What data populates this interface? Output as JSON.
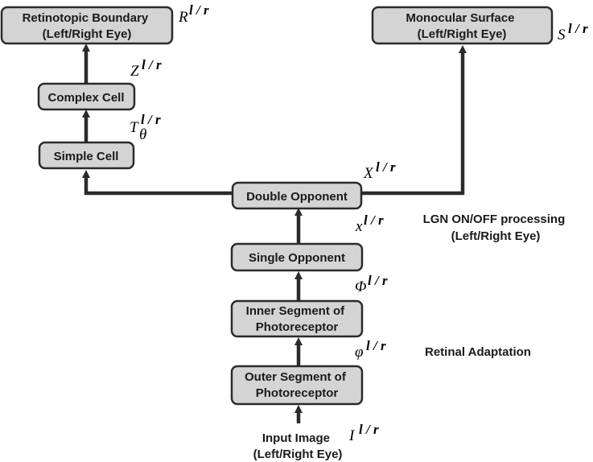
{
  "nodes": {
    "retinotopic_boundary": [
      "Retinotopic Boundary",
      "(Left/Right Eye)"
    ],
    "complex_cell": [
      "Complex Cell"
    ],
    "simple_cell": [
      "Simple Cell"
    ],
    "monocular_surface": [
      "Monocular Surface",
      "(Left/Right Eye)"
    ],
    "double_opponent": [
      "Double Opponent"
    ],
    "single_opponent": [
      "Single Opponent"
    ],
    "inner_segment": [
      "Inner Segment of",
      "Photoreceptor"
    ],
    "outer_segment": [
      "Outer Segment of",
      "Photoreceptor"
    ],
    "input_image": [
      "Input Image",
      "(Left/Right Eye)"
    ]
  },
  "annotations": {
    "lgn_processing": [
      "LGN ON/OFF processing",
      "(Left/Right Eye)"
    ],
    "retinal_adaptation": "Retinal Adaptation"
  },
  "symbols": {
    "R": {
      "base": "R",
      "sup": "l / r"
    },
    "Z": {
      "base": "Z",
      "sup": "l / r"
    },
    "T": {
      "base": "T",
      "sup": "l / r",
      "sub": "θ"
    },
    "S": {
      "base": "S",
      "sup": "l / r"
    },
    "X_upper": {
      "base": "X",
      "sup": "l / r"
    },
    "x_lower": {
      "base": "x",
      "sup": "l / r"
    },
    "Phi_upper": {
      "base": "Φ",
      "sup": "l / r"
    },
    "phi_lower": {
      "base": "φ",
      "sup": "l / r"
    },
    "I": {
      "base": "I",
      "sup": "l / r"
    }
  },
  "colors": {
    "box_fill": "#d4d4d4",
    "box_stroke": "#2b2b2b",
    "line": "#2b2b2b"
  }
}
